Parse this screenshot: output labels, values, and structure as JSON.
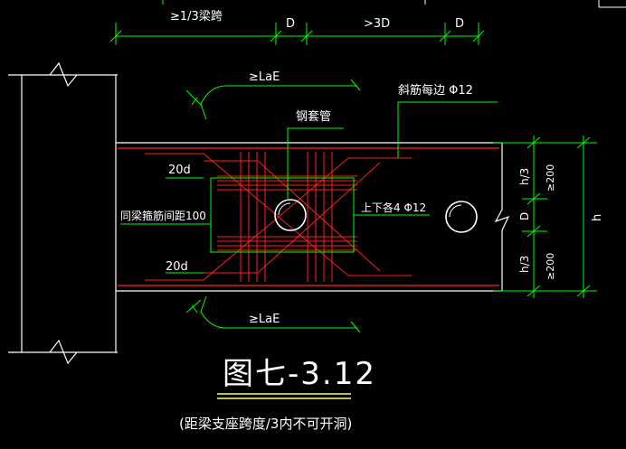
{
  "drawing": {
    "dim_top_1": "≥1/3梁跨",
    "dim_top_2": "D",
    "dim_top_3": ">3D",
    "dim_top_4": "D",
    "lae_top": "≥LaE",
    "lae_bottom": "≥LaE",
    "label_sleeve": "钢套管",
    "label_diag": "斜筋每边 Φ12",
    "label_20d_top": "20d",
    "label_20d_bottom": "20d",
    "label_stirrup": "同梁箍筋间距100",
    "label_updown": "上下各4 Φ12",
    "right_h3_top": "h/3",
    "right_200_top": "≥200",
    "right_d": "D",
    "right_h3_bottom": "h/3",
    "right_200_bottom": "≥200",
    "right_h": "h",
    "title": "图七-3.12",
    "note": "(距梁支座跨度/3内不可开洞)"
  },
  "colors": {
    "background": "#000000",
    "dimension": "#00ff00",
    "rebar": "#ff2020",
    "outline": "#ffffff",
    "text": "#ffffff",
    "title_underline": "#ffff66"
  }
}
